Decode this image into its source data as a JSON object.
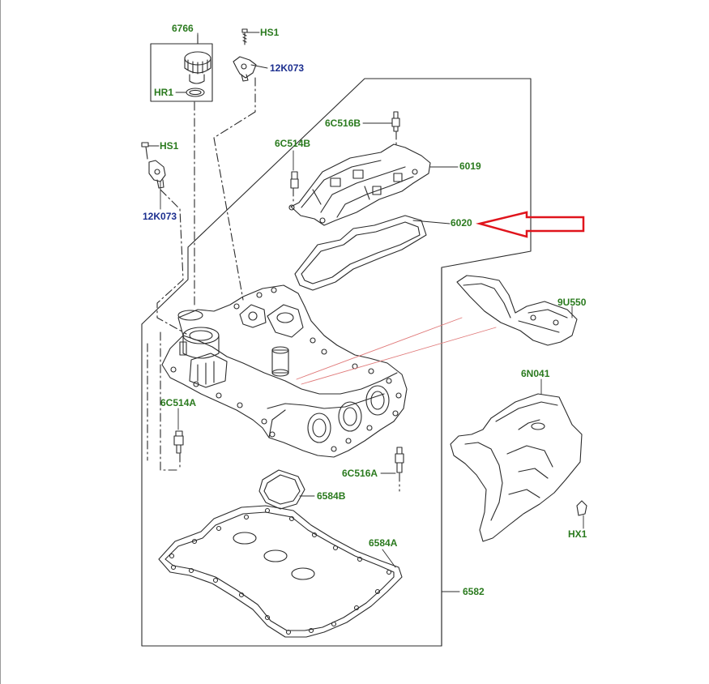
{
  "diagram": {
    "colors": {
      "label_green": "#2a7a1e",
      "label_navy": "#1b2e8f",
      "line": "#2b2b2b",
      "callout_arrow": "#e0141c",
      "projection_line": "#e07a7a"
    },
    "labels": {
      "p6766": "6766",
      "hr1": "HR1",
      "hs1_top": "HS1",
      "k12073_top": "12K073",
      "hs1_left": "HS1",
      "k12073_left": "12K073",
      "c6c516b": "6C516B",
      "c6c514b": "6C514B",
      "p6019": "6019",
      "p6020": "6020",
      "p9u550": "9U550",
      "p6n041": "6N041",
      "c6c514a": "6C514A",
      "c6c516a": "6C516A",
      "p6584b": "6584B",
      "p6584a": "6584A",
      "p6582": "6582",
      "hx1": "HX1"
    }
  }
}
